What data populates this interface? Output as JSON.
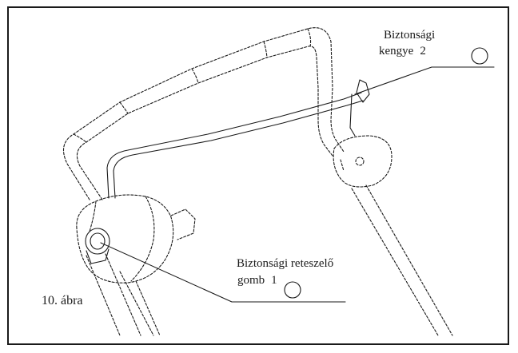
{
  "figure": {
    "caption": "10. ábra",
    "callouts": [
      {
        "id": 2,
        "line1": "Biztonsági",
        "line2": "kengye",
        "number": "2"
      },
      {
        "id": 1,
        "line1": "Biztonsági reteszelő",
        "line2": "gomb",
        "number": "1"
      }
    ]
  },
  "colors": {
    "ink": "#1a1a1a",
    "paper": "#ffffff"
  }
}
